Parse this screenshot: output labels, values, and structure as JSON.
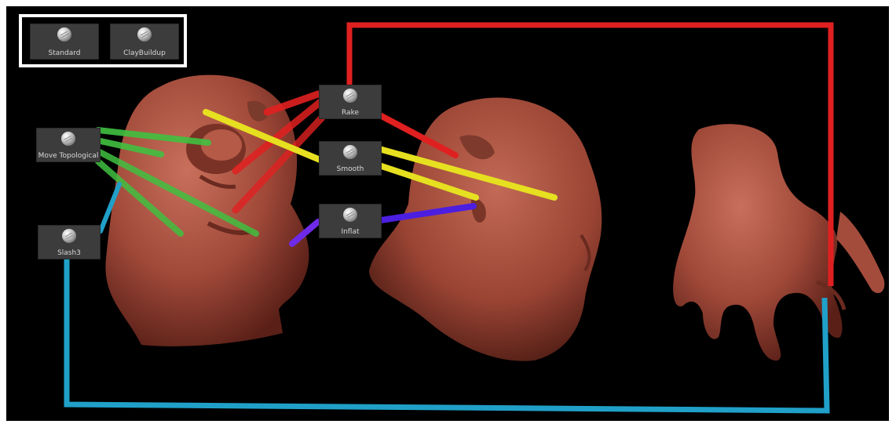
{
  "basic_brushes": [
    {
      "label": "Standard",
      "icon": "standard-brush-icon"
    },
    {
      "label": "ClayBuildup",
      "icon": "claybuildup-brush-icon"
    }
  ],
  "brushes": {
    "rake": {
      "label": "Rake",
      "icon": "rake-brush-icon"
    },
    "smooth": {
      "label": "Smooth",
      "icon": "smooth-brush-icon"
    },
    "inflat": {
      "label": "Inflat",
      "icon": "inflat-brush-icon"
    },
    "move_topological": {
      "label": "Move Topological",
      "icon": "move-topological-brush-icon"
    },
    "slash3": {
      "label": "Slash3",
      "icon": "slash3-brush-icon"
    }
  },
  "colors": {
    "rake": "#e02020",
    "smooth": "#e6e020",
    "inflat": "#5020e0",
    "move_topological": "#40c040",
    "slash3": "#20a0c8",
    "skin": "#a24a3a",
    "background": "#000000"
  }
}
